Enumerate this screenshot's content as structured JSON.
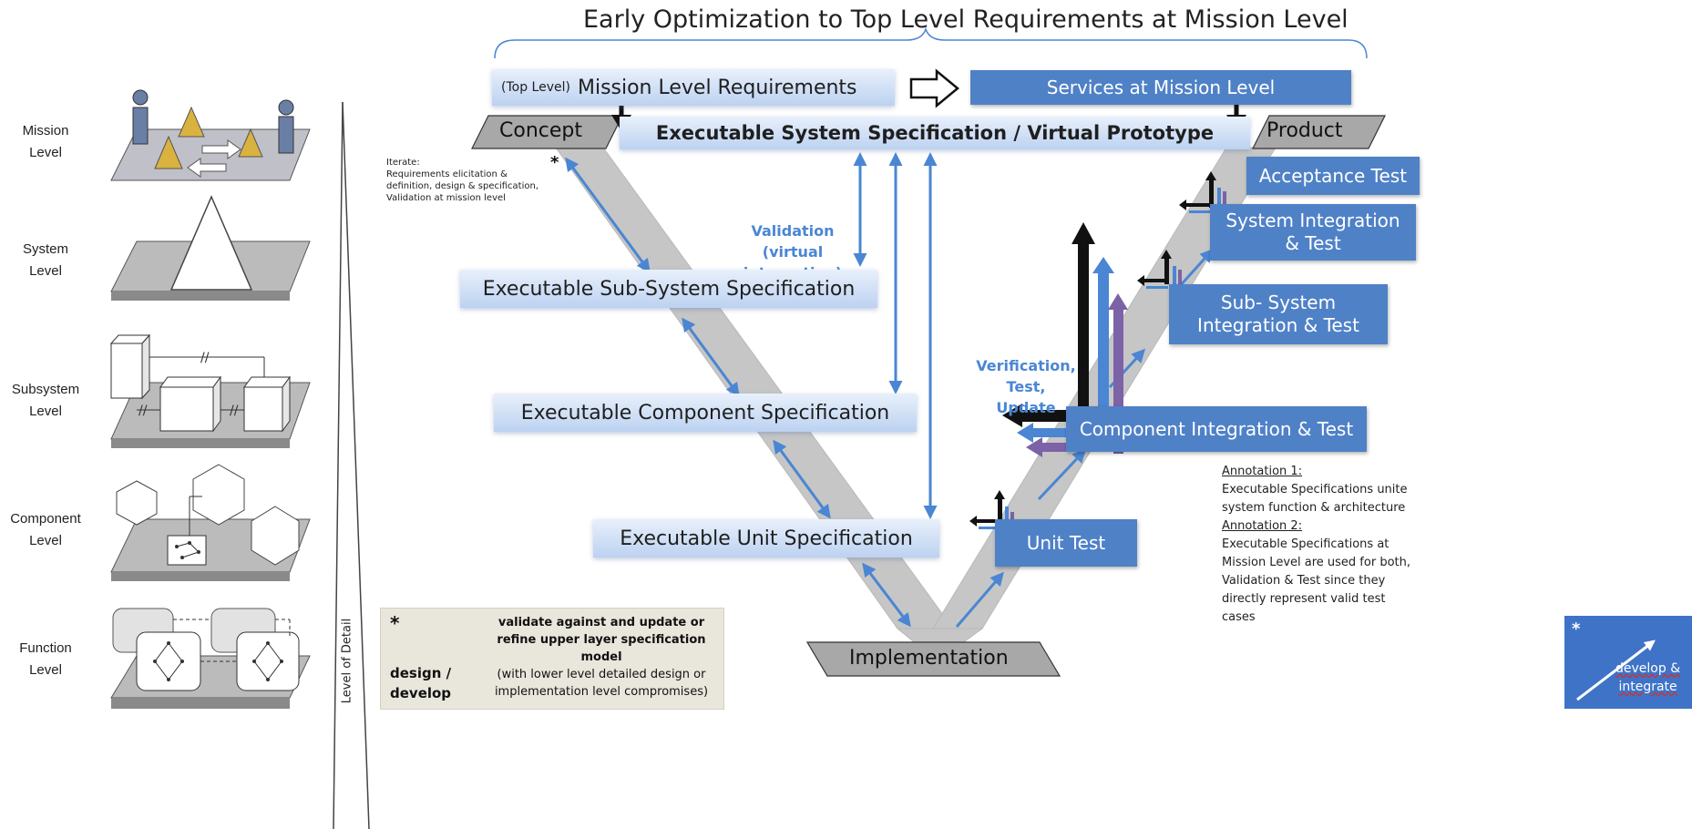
{
  "title": "Early Optimization to Top Level Requirements at Mission Level",
  "levels": [
    {
      "label_line1": "Mission",
      "label_line2": "Level"
    },
    {
      "label_line1": "System",
      "label_line2": "Level"
    },
    {
      "label_line1": "Subsystem",
      "label_line2": "Level"
    },
    {
      "label_line1": "Component",
      "label_line2": "Level"
    },
    {
      "label_line1": "Function",
      "label_line2": "Level"
    }
  ],
  "level_of_detail_label": "Level of Detail",
  "top_requirements": {
    "prefix": "(Top Level)",
    "label": "Mission Level Requirements"
  },
  "services": "Services at Mission  Level",
  "concept": "Concept",
  "product": "Product",
  "executable_system": "Executable System Specification / Virtual Prototype",
  "iterate_note": {
    "title": "Iterate:",
    "lines": [
      "Requirements elicitation &",
      "definition, design & specification,",
      "Validation at mission level"
    ],
    "asterisk": "*"
  },
  "validation": {
    "line1": "Validation",
    "line2": "(virtual integration)"
  },
  "left_specs": {
    "subsystem": "Executable Sub-System Specification",
    "component": "Executable Component Specification",
    "unit": "Executable Unit Specification"
  },
  "implementation": "Implementation",
  "right_tests": {
    "acceptance": "Acceptance Test",
    "system_line1": "System Integration",
    "system_line2": "& Test",
    "subsystem_line1": "Sub- System",
    "subsystem_line2": "Integration & Test",
    "component": "Component Integration & Test",
    "unit": "Unit Test"
  },
  "verification": {
    "line1": "Verification,",
    "line2": "Test, Update"
  },
  "annotations": {
    "a1_title": "Annotation 1:",
    "a1_line1": "Executable Specifications unite",
    "a1_line2": "system function & architecture",
    "a2_title": "Annotation 2:",
    "a2_line1": "Executable Specifications at",
    "a2_line2": "Mission Level are used for both,",
    "a2_line3": "Validation & Test since they",
    "a2_line4": "directly represent valid test  cases"
  },
  "legend": {
    "asterisk": "*",
    "design_line1": "design /",
    "design_line2": "develop",
    "bold_line1": "validate against and update or",
    "bold_line2": "refine upper layer specification",
    "bold_line3": "model",
    "normal_line1": "(with lower level detailed design or",
    "normal_line2": "implementation level compromises)"
  },
  "develop_legend": {
    "asterisk": "*",
    "line1": "develop &",
    "line2": "integrate"
  },
  "colors": {
    "arrow_blue": "#4a86d3",
    "purple": "#7c62a6",
    "dark_box": "#4f81c7",
    "light_box_top": "#e8f0fb",
    "light_box_bottom": "#bcd2f1",
    "v_fill": "#c6c6c6",
    "grey_parallelogram": "#a8a8a8"
  }
}
